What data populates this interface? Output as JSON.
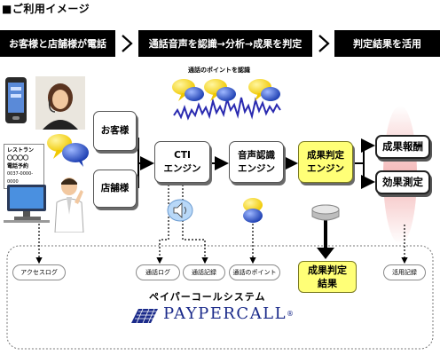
{
  "header": {
    "title": "■ご利用イメージ",
    "steps": [
      {
        "label": "お客様と店舗様が電話"
      },
      {
        "label": "通話音声を認識→分析→成果を判定"
      },
      {
        "label": "判定結果を活用"
      }
    ]
  },
  "diagram": {
    "voice_caption": "通話のポイントを認識",
    "store_sign": [
      "レストラン",
      "〇〇〇〇",
      "電話予約",
      "0037-0000-0000"
    ],
    "boxes": {
      "customer": "お客様",
      "store": "店舗様",
      "cti": [
        "CTI",
        "エンジン"
      ],
      "voice": [
        "音声認識",
        "エンジン"
      ],
      "judge": [
        "成果判定",
        "エンジン"
      ],
      "reward": "成果報酬",
      "effect": "効果測定"
    },
    "bottom_tags": {
      "access_log": "アクセスログ",
      "call_log": "通話ログ",
      "call_record": "通話記録",
      "call_points": "通話のポイント",
      "usage_record": "活用記録"
    },
    "result": [
      "成果判定",
      "結果"
    ],
    "system_name": "ペイパーコールシステム",
    "logo_text": "PAYPERCALL",
    "logo_mark": "®"
  },
  "colors": {
    "step_bar": "#000000",
    "judge_fill": "#ffff77",
    "ellipse_fill": "#f6c6c6",
    "logo_blue": "#1a2a8a"
  }
}
